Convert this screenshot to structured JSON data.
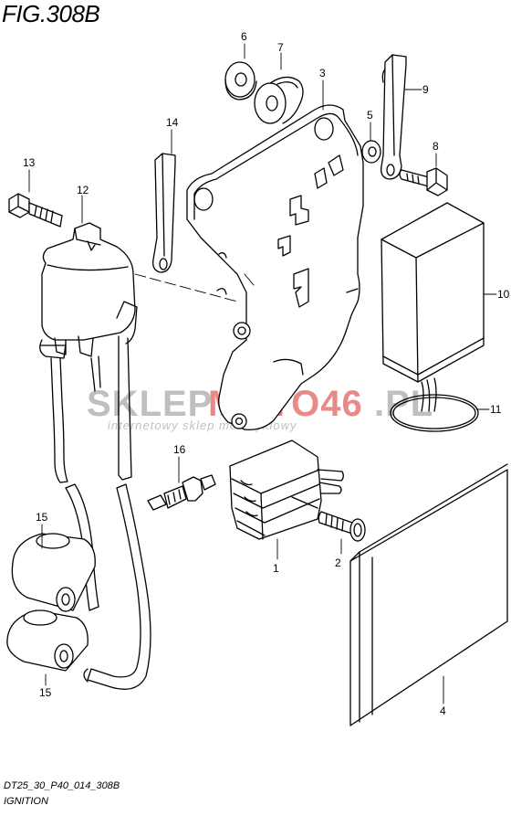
{
  "figure": {
    "title": "FIG.308B",
    "code": "DT25_30_P40_014_308B",
    "name": "IGNITION"
  },
  "watermark": {
    "part1": "SKLEP",
    "part2": "MOTO46",
    "part3": ".PL",
    "subtitle": "internetowy sklep motocyklowy",
    "color_grey": "#bfbfbf",
    "color_red": "#e88a8a"
  },
  "callouts": [
    {
      "id": "1",
      "label": "1"
    },
    {
      "id": "2",
      "label": "2"
    },
    {
      "id": "3",
      "label": "3"
    },
    {
      "id": "4",
      "label": "4"
    },
    {
      "id": "5",
      "label": "5"
    },
    {
      "id": "6",
      "label": "6"
    },
    {
      "id": "7",
      "label": "7"
    },
    {
      "id": "8",
      "label": "8"
    },
    {
      "id": "9",
      "label": "9"
    },
    {
      "id": "10",
      "label": "10"
    },
    {
      "id": "11",
      "label": "11"
    },
    {
      "id": "12",
      "label": "12"
    },
    {
      "id": "13",
      "label": "13"
    },
    {
      "id": "14",
      "label": "14"
    },
    {
      "id": "15a",
      "label": "15"
    },
    {
      "id": "15b",
      "label": "15"
    },
    {
      "id": "16",
      "label": "16"
    }
  ]
}
